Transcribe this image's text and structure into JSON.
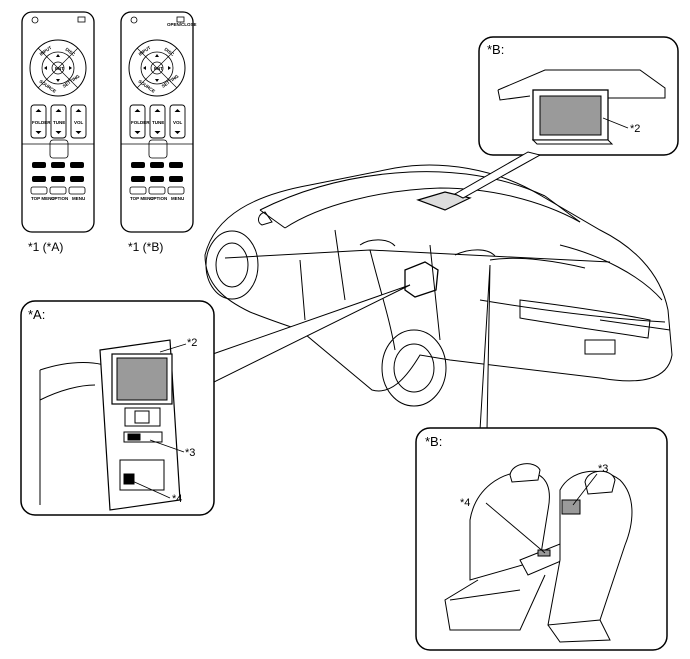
{
  "remotes": [
    {
      "caption": "*1 (*A)",
      "buttons": {
        "input": "INPUT",
        "disc": "DISC",
        "source": "SOURCE",
        "setting": "SETTING",
        "ent": "ENT",
        "folder": "FOLDER",
        "tune": "TUNE",
        "vol": "VOL",
        "top_menu": "TOP MENU",
        "option": "OPTION",
        "menu": "MENU"
      }
    },
    {
      "caption": "*1 (*B)",
      "buttons": {
        "open_close": "OPEN/CLOSE",
        "input": "INPUT",
        "disc": "DISC",
        "source": "SOURCE",
        "setting": "SETTING",
        "ent": "ENT",
        "folder": "FOLDER",
        "tune": "TUNE",
        "vol": "VOL",
        "top_menu": "TOP MENU",
        "option": "OPTION",
        "menu": "MENU"
      }
    }
  ],
  "callouts": {
    "b_top": {
      "title": "*B:",
      "label_display": "*2"
    },
    "a_console": {
      "title": "*A:",
      "label_display": "*2",
      "label_controls": "*3",
      "label_jack": "*4"
    },
    "b_seat": {
      "title": "*B:",
      "label_controls": "*3",
      "label_jack": "*4"
    }
  }
}
